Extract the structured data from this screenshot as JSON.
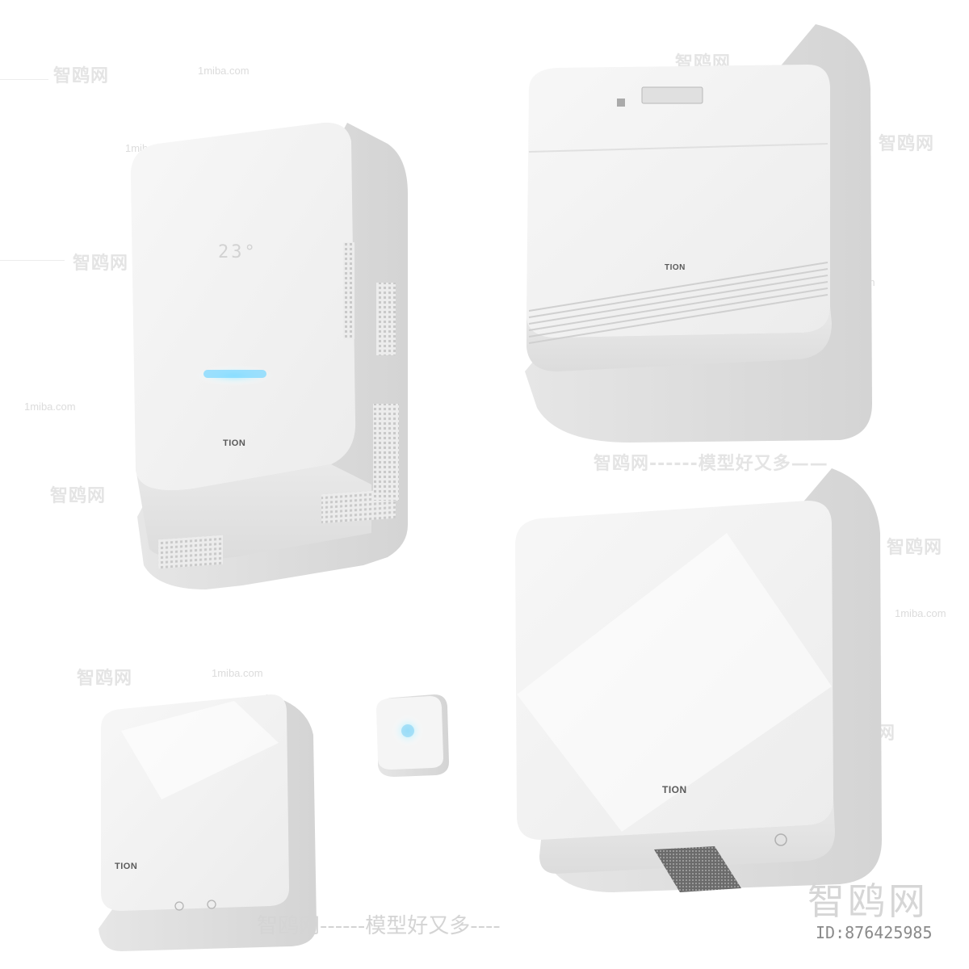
{
  "watermarks": {
    "cn_logo": "智鸥网",
    "site": "1miba.com",
    "cn_slogan": "智鸥网------模型好又多——",
    "bottom_slogan": "智鸥网------模型好又多----",
    "big_logo": "智鸥网",
    "id_label": "ID:876425985"
  },
  "devices": {
    "tall_unit": {
      "brand": "TION",
      "display": "23°"
    },
    "wide_unit": {
      "brand": "TION"
    },
    "square_unit": {
      "brand": "TION"
    },
    "small_unit": {
      "brand": "TION"
    },
    "remote": {}
  },
  "colors": {
    "body": "#f3f3f3",
    "shadow": "#d9d9d9",
    "display": "#dcdcdc",
    "led": "#7fd8ff",
    "vent": "#c4c4c4"
  }
}
